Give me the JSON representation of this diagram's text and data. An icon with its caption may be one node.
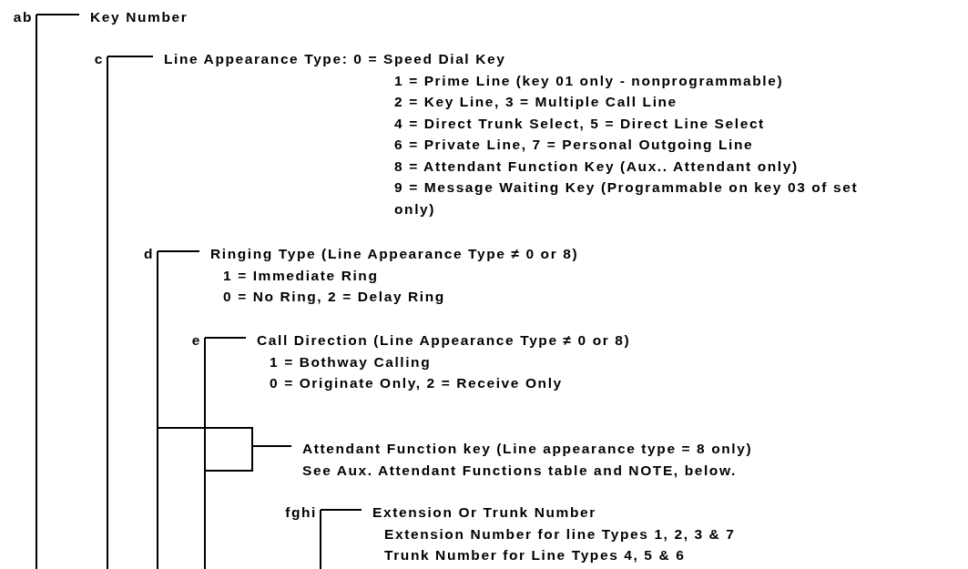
{
  "diagram": {
    "nodes": [
      {
        "text": [
          "ab"
        ]
      },
      {
        "text": [
          "Key Number"
        ]
      },
      {
        "text": [
          "c"
        ]
      },
      {
        "text": [
          "Line Appearance Type: 0 = Speed Dial Key",
          "1 = Prime Line (key 01 only - nonprogrammable)",
          "2 = Key Line, 3 = Multiple Call Line",
          "4 = Direct Trunk Select, 5 = Direct Line Select",
          "6 = Private Line, 7 = Personal Outgoing Line",
          "8 = Attendant Function Key (Aux.. Attendant only)",
          "9 = Message Waiting Key (Programmable on key 03 of set only)"
        ]
      },
      {
        "text": [
          "d"
        ]
      },
      {
        "text": [
          "Ringing Type (Line Appearance Type ≠ 0 or 8)",
          "1 = Immediate Ring",
          "0 = No Ring, 2 = Delay Ring"
        ]
      },
      {
        "text": [
          "e"
        ]
      },
      {
        "text": [
          "Call Direction (Line Appearance Type ≠ 0 or 8)",
          "1 = Bothway Calling",
          "0 = Originate Only, 2 = Receive Only"
        ]
      },
      {
        "text": [
          "Attendant Function key (Line appearance type = 8 only)",
          "See Aux. Attendant Functions table and NOTE, below."
        ]
      },
      {
        "text": [
          "fghi"
        ]
      },
      {
        "text": [
          "Extension Or Trunk Number",
          "Extension Number for line Types 1, 2, 3 & 7",
          "Trunk Number for Line Types 4, 5 & 6"
        ]
      }
    ],
    "edges": [
      {
        "from": 0,
        "to": 1,
        "arrow": "none"
      },
      {
        "from": 2,
        "to": 3,
        "arrow": "none"
      },
      {
        "from": 4,
        "to": 5,
        "arrow": "none"
      },
      {
        "from": 6,
        "to": 7,
        "arrow": "none"
      },
      {
        "from": 4,
        "to": 8,
        "arrow": "none"
      },
      {
        "from": 6,
        "to": 8,
        "arrow": "none"
      },
      {
        "from": 9,
        "to": 10,
        "arrow": "none"
      }
    ]
  }
}
